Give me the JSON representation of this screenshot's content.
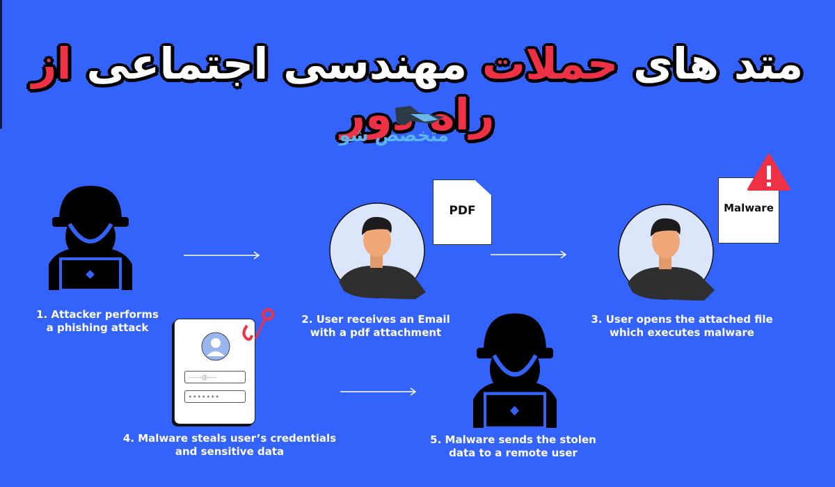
{
  "title": {
    "part1": "متد های ",
    "part2": "حملات",
    "part3": " مهندسی اجتماعی ",
    "part4": "از راه دور"
  },
  "logo": {
    "text": "متخصص شو"
  },
  "steps": [
    {
      "line1": "1. Attacker performs",
      "line2": "a phishing attack"
    },
    {
      "line1": "2. User receives an Email",
      "line2": "with a pdf attachment"
    },
    {
      "line1": "3. User opens the attached file",
      "line2": "which executes malware"
    },
    {
      "line1": "4. Malware steals user’s credentials",
      "line2": "and sensitive data"
    },
    {
      "line1": "5. Malware sends the stolen",
      "line2": "data to a remote user"
    }
  ],
  "documents": {
    "pdf": "PDF",
    "malware": "Malware"
  },
  "login_card": {
    "email_placeholder": "------@----",
    "password_mask": "•••••••"
  },
  "colors": {
    "background": "#3463fb",
    "accent_red": "#ee3145",
    "hacker": "#000000",
    "hacker_outline": "#3463fb",
    "avatar_bg": "#dce6fb"
  },
  "icons": [
    "hacker-icon",
    "person-icon",
    "pdf-document-icon",
    "malware-document-icon",
    "warning-icon",
    "login-card-icon",
    "fishing-hook-icon",
    "arrow-right-icon"
  ]
}
